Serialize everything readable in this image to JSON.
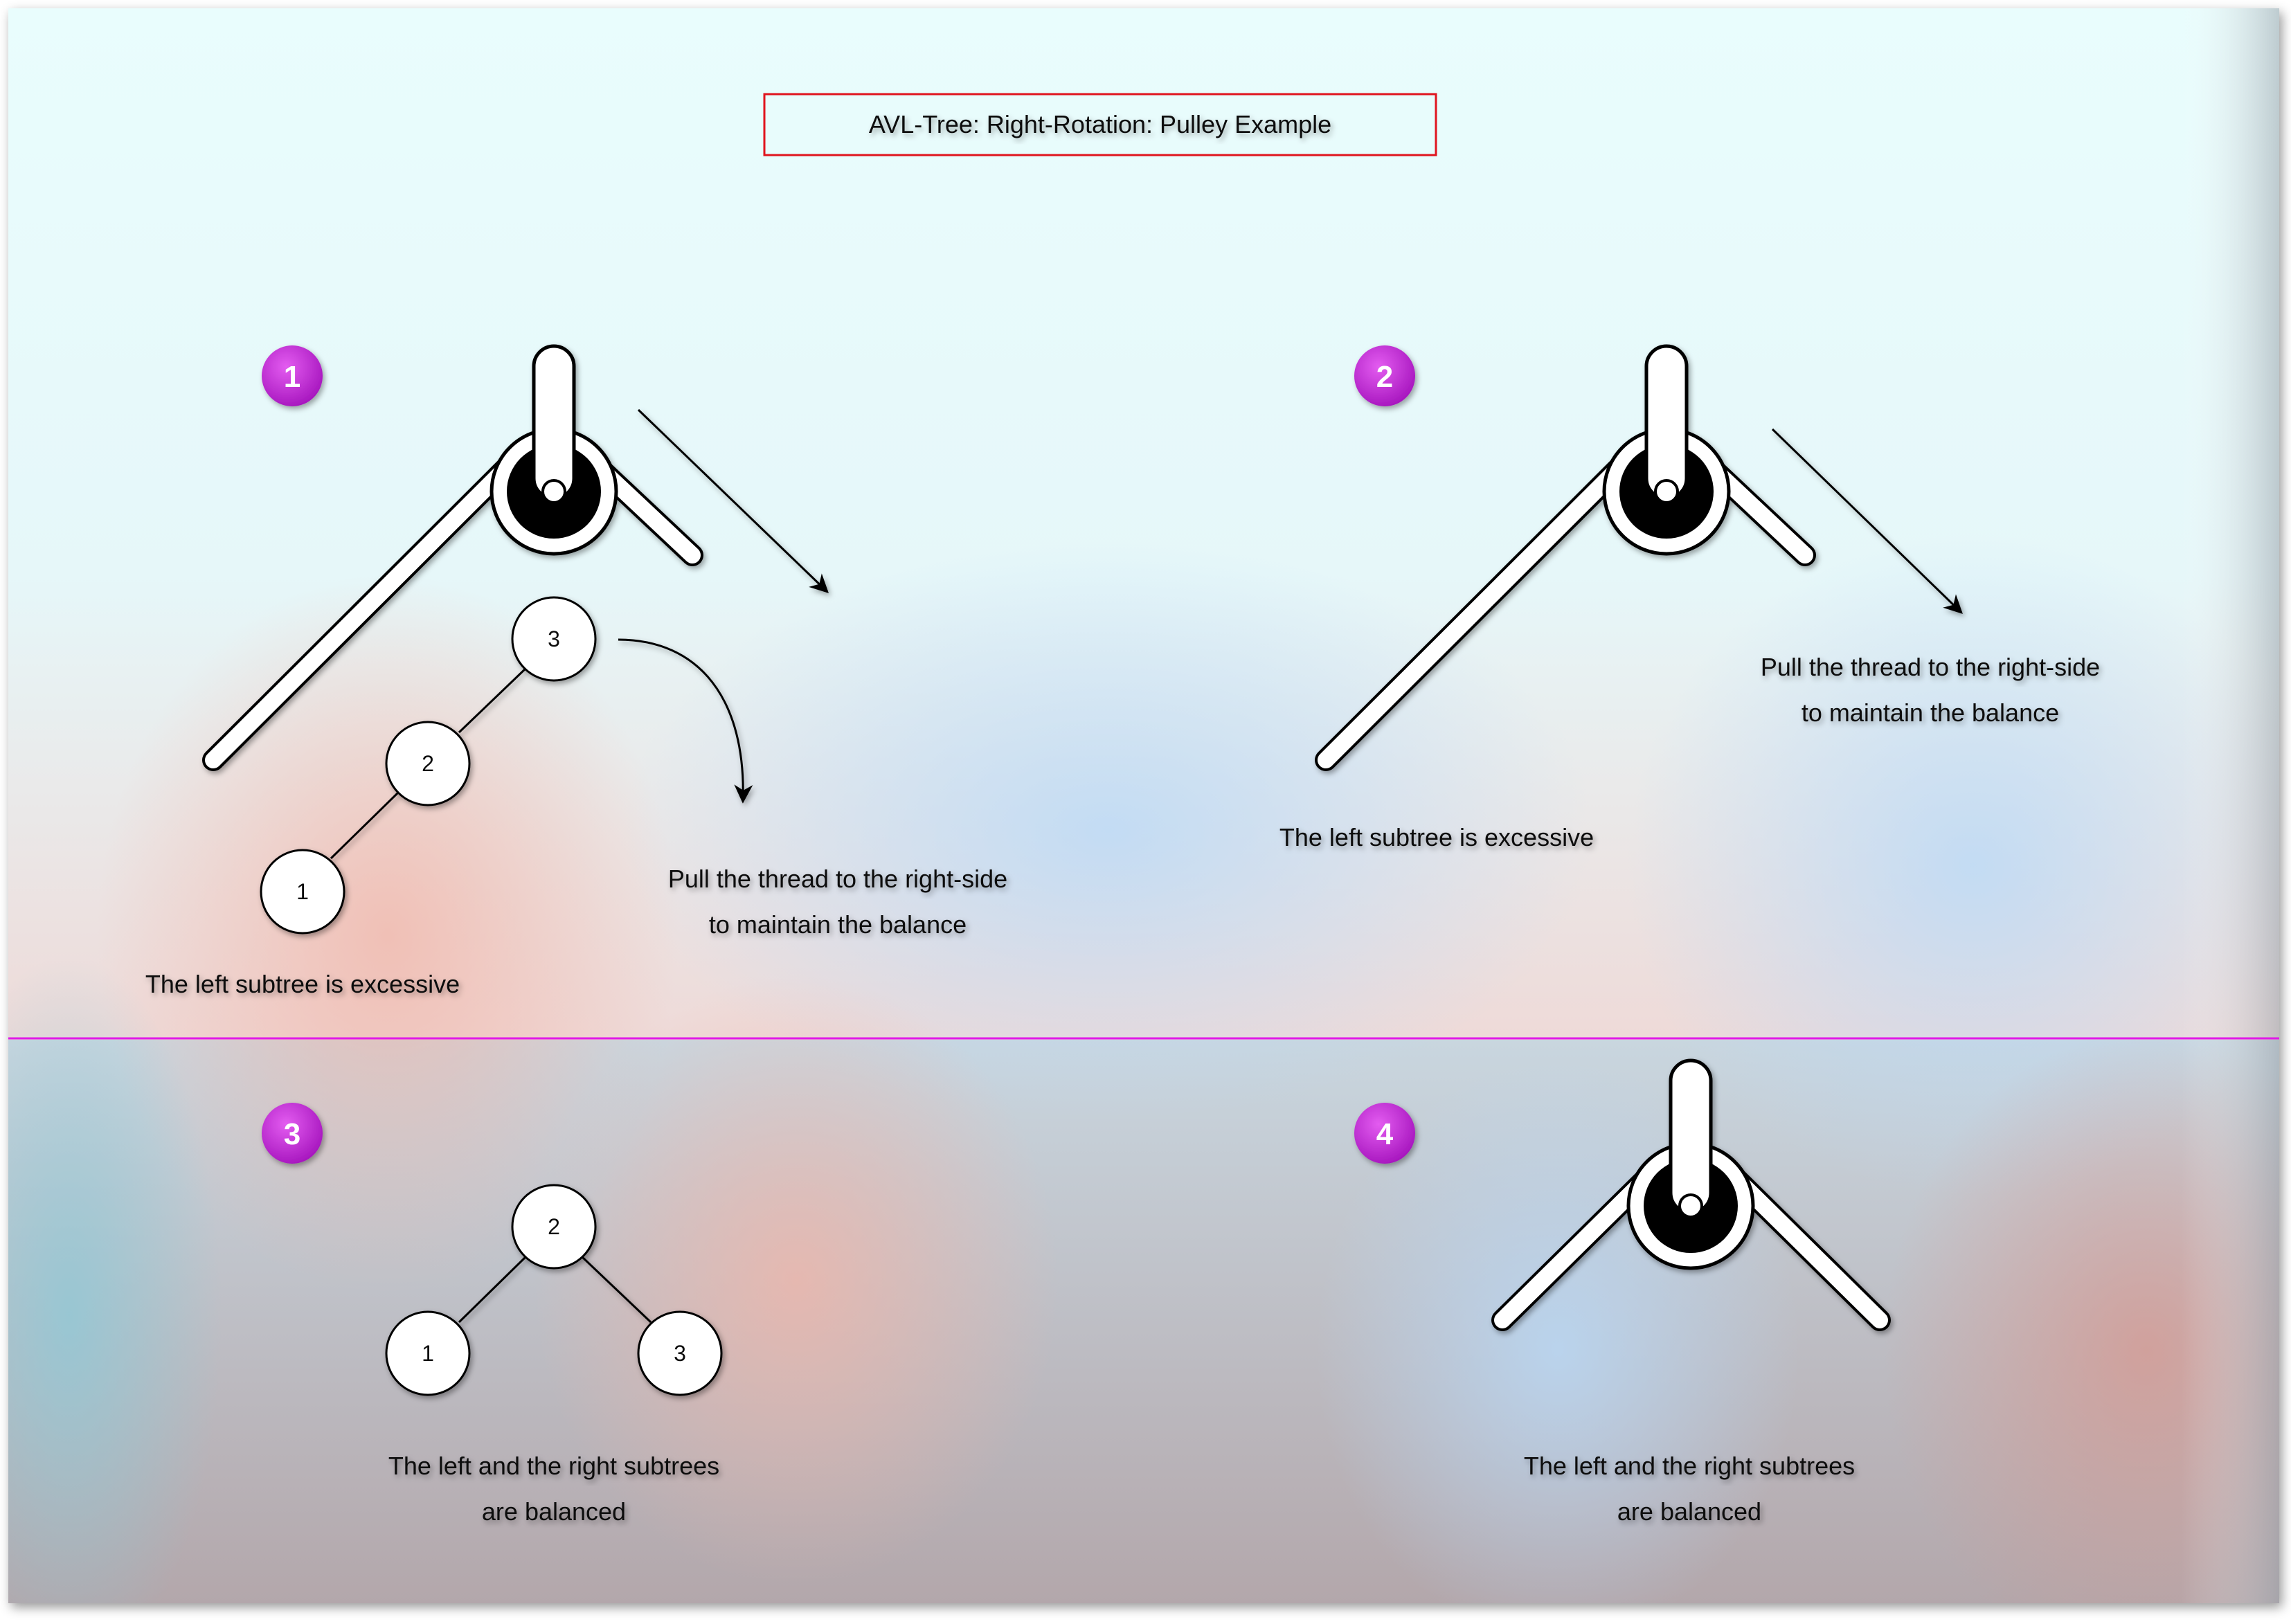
{
  "title": "AVL-Tree: Right-Rotation: Pulley Example",
  "colors": {
    "title_border": "#e0141e",
    "divider": "#e01be6",
    "badge": "#c021d6",
    "pulley_dark": "#000000",
    "node_fill": "#ffffff"
  },
  "panels": [
    {
      "step": "1",
      "tree_nodes": [
        "3",
        "2",
        "1"
      ],
      "caption_tree": "The left subtree is excessive",
      "caption_pull": [
        "Pull the thread to the right-side",
        "to maintain the balance"
      ],
      "icon": "pulley-icon"
    },
    {
      "step": "2",
      "caption_tree": "The left subtree is excessive",
      "caption_pull": [
        "Pull the thread to the right-side",
        "to maintain the balance"
      ],
      "icon": "pulley-icon"
    },
    {
      "step": "3",
      "tree_nodes": [
        "2",
        "1",
        "3"
      ],
      "caption": [
        "The left and the right subtrees",
        "are balanced"
      ]
    },
    {
      "step": "4",
      "caption": [
        "The left and the right subtrees",
        "are balanced"
      ],
      "icon": "pulley-icon"
    }
  ]
}
